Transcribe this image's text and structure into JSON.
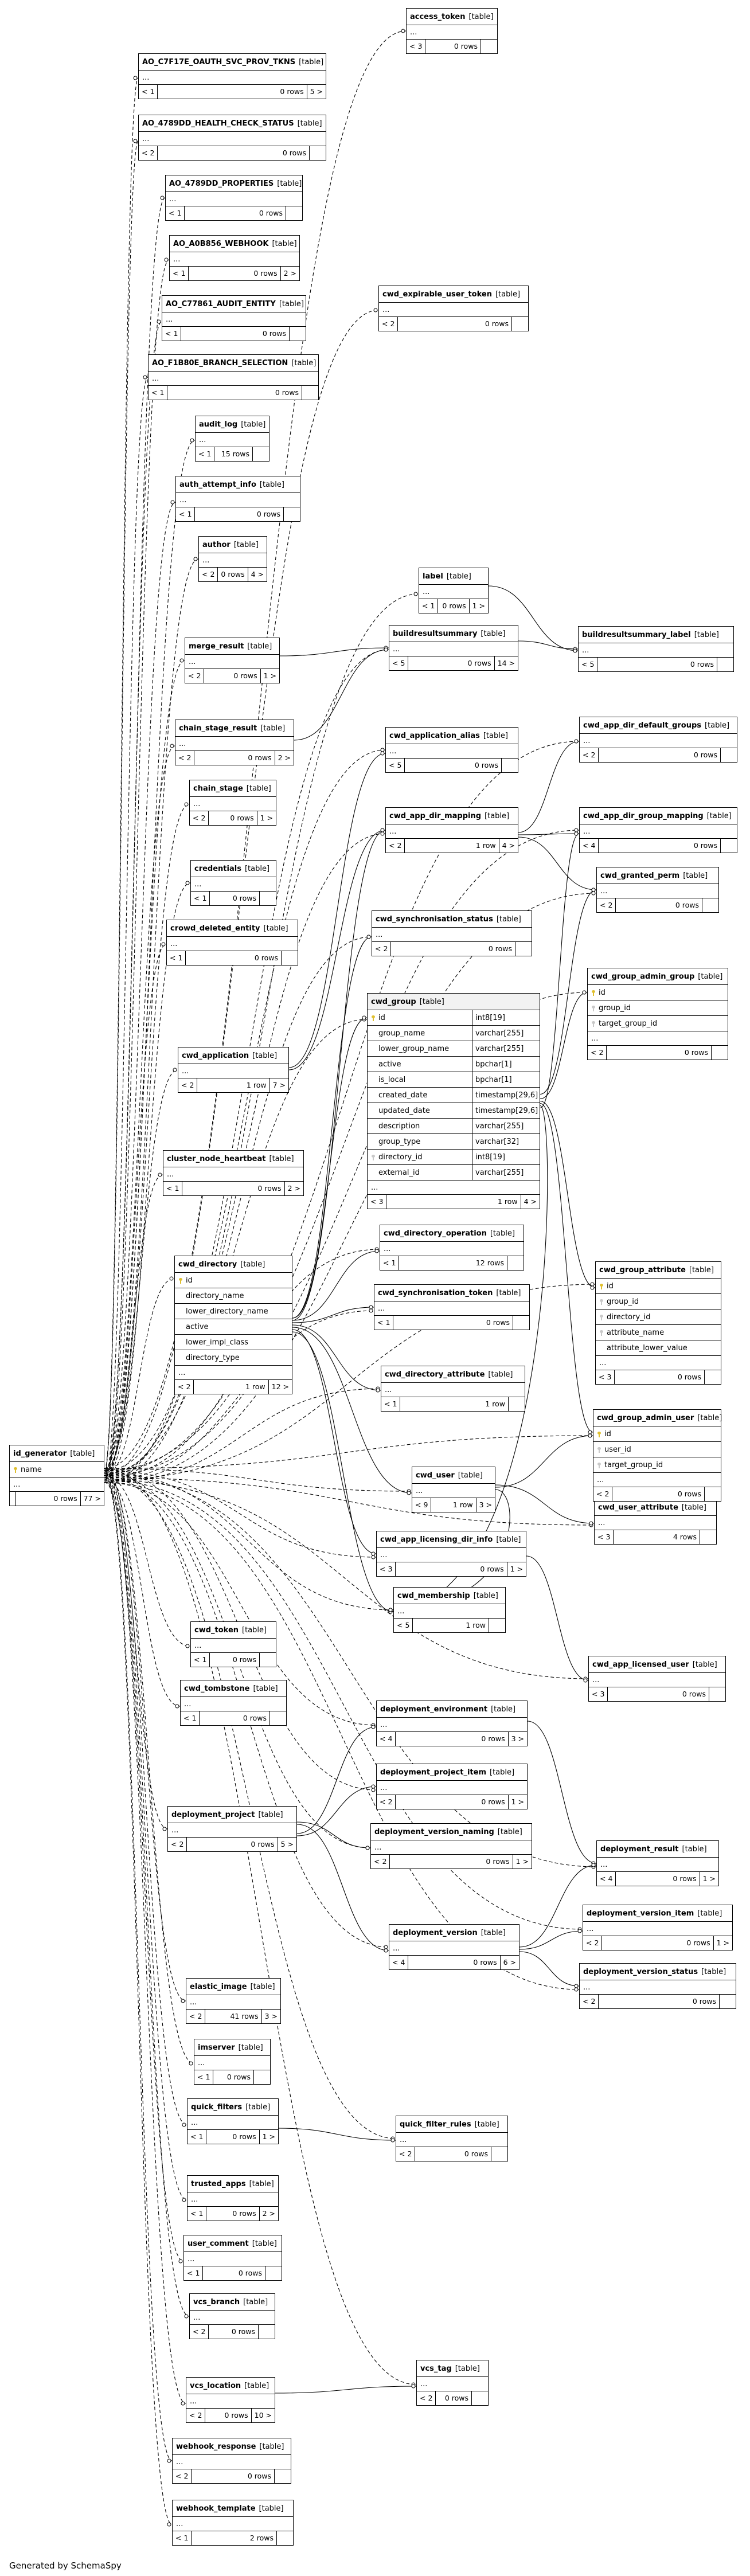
{
  "kind_label": "[table]",
  "footer_text": "Generated by SchemaSpy",
  "tables": {
    "access_token": {
      "name": "access_token",
      "kind": "[table]",
      "parents": "< 3",
      "rows": "0 rows",
      "children": ""
    },
    "ao_svc": {
      "name": "AO_C7F17E_OAUTH_SVC_PROV_TKNS",
      "kind": "[table]",
      "parents": "< 1",
      "rows": "0 rows",
      "children": "5 >"
    },
    "ao_health": {
      "name": "AO_4789DD_HEALTH_CHECK_STATUS",
      "kind": "[table]",
      "parents": "< 2",
      "rows": "0 rows",
      "children": ""
    },
    "ao_props": {
      "name": "AO_4789DD_PROPERTIES",
      "kind": "[table]",
      "parents": "< 1",
      "rows": "0 rows",
      "children": ""
    },
    "ao_webhook": {
      "name": "AO_A0B856_WEBHOOK",
      "kind": "[table]",
      "parents": "< 1",
      "rows": "0 rows",
      "children": "2 >"
    },
    "ao_audit": {
      "name": "AO_C77861_AUDIT_ENTITY",
      "kind": "[table]",
      "parents": "< 1",
      "rows": "0 rows",
      "children": ""
    },
    "ao_branch": {
      "name": "AO_F1B80E_BRANCH_SELECTION",
      "kind": "[table]",
      "parents": "< 1",
      "rows": "0 rows",
      "children": ""
    },
    "audit_log": {
      "name": "audit_log",
      "kind": "[table]",
      "parents": "< 1",
      "rows": "15 rows",
      "children": ""
    },
    "auth_attempt": {
      "name": "auth_attempt_info",
      "kind": "[table]",
      "parents": "< 1",
      "rows": "0 rows",
      "children": ""
    },
    "author": {
      "name": "author",
      "kind": "[table]",
      "parents": "< 2",
      "rows": "0 rows",
      "children": "4 >"
    },
    "cwd_exp_token": {
      "name": "cwd_expirable_user_token",
      "kind": "[table]",
      "parents": "< 2",
      "rows": "0 rows",
      "children": ""
    },
    "label": {
      "name": "label",
      "kind": "[table]",
      "parents": "< 1",
      "rows": "0 rows",
      "children": "1 >"
    },
    "merge_result": {
      "name": "merge_result",
      "kind": "[table]",
      "parents": "< 2",
      "rows": "0 rows",
      "children": "1 >"
    },
    "build_summary": {
      "name": "buildresultsummary",
      "kind": "[table]",
      "parents": "< 5",
      "rows": "0 rows",
      "children": "14 >"
    },
    "build_summary_label": {
      "name": "buildresultsummary_label",
      "kind": "[table]",
      "parents": "< 5",
      "rows": "0 rows",
      "children": ""
    },
    "chain_stage_result": {
      "name": "chain_stage_result",
      "kind": "[table]",
      "parents": "< 2",
      "rows": "0 rows",
      "children": "2 >"
    },
    "cwd_app_alias": {
      "name": "cwd_application_alias",
      "kind": "[table]",
      "parents": "< 5",
      "rows": "0 rows",
      "children": ""
    },
    "cwd_dir_default": {
      "name": "cwd_app_dir_default_groups",
      "kind": "[table]",
      "parents": "< 2",
      "rows": "0 rows",
      "children": ""
    },
    "chain_stage": {
      "name": "chain_stage",
      "kind": "[table]",
      "parents": "< 2",
      "rows": "0 rows",
      "children": "1 >"
    },
    "cwd_app_dir_mapping": {
      "name": "cwd_app_dir_mapping",
      "kind": "[table]",
      "parents": "< 2",
      "rows": "1 row",
      "children": "4 >"
    },
    "cwd_dir_group_mapping": {
      "name": "cwd_app_dir_group_mapping",
      "kind": "[table]",
      "parents": "< 4",
      "rows": "0 rows",
      "children": ""
    },
    "credentials": {
      "name": "credentials",
      "kind": "[table]",
      "parents": "< 1",
      "rows": "0 rows",
      "children": ""
    },
    "cwd_granted_perm": {
      "name": "cwd_granted_perm",
      "kind": "[table]",
      "parents": "< 2",
      "rows": "0 rows",
      "children": ""
    },
    "crowd_deleted": {
      "name": "crowd_deleted_entity",
      "kind": "[table]",
      "parents": "< 1",
      "rows": "0 rows",
      "children": ""
    },
    "cwd_sync_status": {
      "name": "cwd_synchronisation_status",
      "kind": "[table]",
      "parents": "< 2",
      "rows": "0 rows",
      "children": ""
    },
    "cwd_application": {
      "name": "cwd_application",
      "kind": "[table]",
      "parents": "< 2",
      "rows": "1 row",
      "children": "7 >"
    },
    "cluster_node": {
      "name": "cluster_node_heartbeat",
      "kind": "[table]",
      "parents": "< 1",
      "rows": "0 rows",
      "children": "2 >"
    },
    "cwd_dir_operation": {
      "name": "cwd_directory_operation",
      "kind": "[table]",
      "parents": "< 1",
      "rows": "12 rows",
      "children": ""
    },
    "cwd_sync_token": {
      "name": "cwd_synchronisation_token",
      "kind": "[table]",
      "parents": "< 1",
      "rows": "0 rows",
      "children": ""
    },
    "cwd_dir_attribute": {
      "name": "cwd_directory_attribute",
      "kind": "[table]",
      "parents": "< 1",
      "rows": "1 row",
      "children": ""
    },
    "cwd_user": {
      "name": "cwd_user",
      "kind": "[table]",
      "parents": "< 9",
      "rows": "1 row",
      "children": "3 >"
    },
    "cwd_user_attribute": {
      "name": "cwd_user_attribute",
      "kind": "[table]",
      "parents": "< 3",
      "rows": "4 rows",
      "children": ""
    },
    "cwd_app_licensing": {
      "name": "cwd_app_licensing_dir_info",
      "kind": "[table]",
      "parents": "< 3",
      "rows": "0 rows",
      "children": "1 >"
    },
    "cwd_membership": {
      "name": "cwd_membership",
      "kind": "[table]",
      "parents": "< 5",
      "rows": "1 row",
      "children": ""
    },
    "cwd_token": {
      "name": "cwd_token",
      "kind": "[table]",
      "parents": "< 1",
      "rows": "0 rows",
      "children": ""
    },
    "cwd_tombstone": {
      "name": "cwd_tombstone",
      "kind": "[table]",
      "parents": "< 1",
      "rows": "0 rows",
      "children": ""
    },
    "cwd_app_licensed_user": {
      "name": "cwd_app_licensed_user",
      "kind": "[table]",
      "parents": "< 3",
      "rows": "0 rows",
      "children": ""
    },
    "deploy_env": {
      "name": "deployment_environment",
      "kind": "[table]",
      "parents": "< 4",
      "rows": "0 rows",
      "children": "3 >"
    },
    "deploy_proj_item": {
      "name": "deployment_project_item",
      "kind": "[table]",
      "parents": "< 2",
      "rows": "0 rows",
      "children": "1 >"
    },
    "deploy_project": {
      "name": "deployment_project",
      "kind": "[table]",
      "parents": "< 2",
      "rows": "0 rows",
      "children": "5 >"
    },
    "deploy_ver_naming": {
      "name": "deployment_version_naming",
      "kind": "[table]",
      "parents": "< 2",
      "rows": "0 rows",
      "children": "1 >"
    },
    "deploy_result": {
      "name": "deployment_result",
      "kind": "[table]",
      "parents": "< 4",
      "rows": "0 rows",
      "children": "1 >"
    },
    "deploy_version": {
      "name": "deployment_version",
      "kind": "[table]",
      "parents": "< 4",
      "rows": "0 rows",
      "children": "6 >"
    },
    "deploy_ver_item": {
      "name": "deployment_version_item",
      "kind": "[table]",
      "parents": "< 2",
      "rows": "0 rows",
      "children": "1 >"
    },
    "deploy_ver_status": {
      "name": "deployment_version_status",
      "kind": "[table]",
      "parents": "< 2",
      "rows": "0 rows",
      "children": ""
    },
    "elastic_image": {
      "name": "elastic_image",
      "kind": "[table]",
      "parents": "< 2",
      "rows": "41 rows",
      "children": "3 >"
    },
    "imserver": {
      "name": "imserver",
      "kind": "[table]",
      "parents": "< 1",
      "rows": "0 rows",
      "children": ""
    },
    "quick_filters": {
      "name": "quick_filters",
      "kind": "[table]",
      "parents": "< 1",
      "rows": "0 rows",
      "children": "1 >"
    },
    "quick_filter_rules": {
      "name": "quick_filter_rules",
      "kind": "[table]",
      "parents": "< 2",
      "rows": "0 rows",
      "children": ""
    },
    "trusted_apps": {
      "name": "trusted_apps",
      "kind": "[table]",
      "parents": "< 1",
      "rows": "0 rows",
      "children": "2 >"
    },
    "user_comment": {
      "name": "user_comment",
      "kind": "[table]",
      "parents": "< 1",
      "rows": "0 rows",
      "children": ""
    },
    "vcs_branch": {
      "name": "vcs_branch",
      "kind": "[table]",
      "parents": "< 2",
      "rows": "0 rows",
      "children": ""
    },
    "vcs_tag": {
      "name": "vcs_tag",
      "kind": "[table]",
      "parents": "< 2",
      "rows": "0 rows",
      "children": ""
    },
    "vcs_location": {
      "name": "vcs_location",
      "kind": "[table]",
      "parents": "< 2",
      "rows": "0 rows",
      "children": "10 >"
    },
    "webhook_response": {
      "name": "webhook_response",
      "kind": "[table]",
      "parents": "< 2",
      "rows": "0 rows",
      "children": ""
    },
    "webhook_template": {
      "name": "webhook_template",
      "kind": "[table]",
      "parents": "< 1",
      "rows": "2 rows",
      "children": ""
    },
    "id_generator": {
      "name": "id_generator",
      "kind": "[table]",
      "parents": "",
      "rows": "0 rows",
      "children": "77 >",
      "columns": [
        {
          "key": "pk",
          "name": "name",
          "type": ""
        }
      ]
    },
    "cwd_group": {
      "name": "cwd_group",
      "kind": "[table]",
      "parents": "< 3",
      "rows": "1 row",
      "children": "4 >",
      "columns": [
        {
          "key": "pk",
          "name": "id",
          "type": "int8[19]"
        },
        {
          "key": "",
          "name": "group_name",
          "type": "varchar[255]"
        },
        {
          "key": "",
          "name": "lower_group_name",
          "type": "varchar[255]"
        },
        {
          "key": "",
          "name": "active",
          "type": "bpchar[1]"
        },
        {
          "key": "",
          "name": "is_local",
          "type": "bpchar[1]"
        },
        {
          "key": "",
          "name": "created_date",
          "type": "timestamp[29,6]"
        },
        {
          "key": "",
          "name": "updated_date",
          "type": "timestamp[29,6]"
        },
        {
          "key": "",
          "name": "description",
          "type": "varchar[255]"
        },
        {
          "key": "",
          "name": "group_type",
          "type": "varchar[32]"
        },
        {
          "key": "fk",
          "name": "directory_id",
          "type": "int8[19]"
        },
        {
          "key": "",
          "name": "external_id",
          "type": "varchar[255]"
        }
      ]
    },
    "cwd_directory": {
      "name": "cwd_directory",
      "kind": "[table]",
      "parents": "< 2",
      "rows": "1 row",
      "children": "12 >",
      "columns": [
        {
          "key": "pk",
          "name": "id",
          "type": ""
        },
        {
          "key": "",
          "name": "directory_name",
          "type": ""
        },
        {
          "key": "",
          "name": "lower_directory_name",
          "type": ""
        },
        {
          "key": "",
          "name": "active",
          "type": ""
        },
        {
          "key": "",
          "name": "lower_impl_class",
          "type": ""
        },
        {
          "key": "",
          "name": "directory_type",
          "type": ""
        }
      ]
    },
    "cwd_group_admin_group": {
      "name": "cwd_group_admin_group",
      "kind": "[table]",
      "parents": "< 2",
      "rows": "0 rows",
      "children": "",
      "columns": [
        {
          "key": "pk",
          "name": "id",
          "type": ""
        },
        {
          "key": "fk",
          "name": "group_id",
          "type": ""
        },
        {
          "key": "fk",
          "name": "target_group_id",
          "type": ""
        }
      ]
    },
    "cwd_group_attribute": {
      "name": "cwd_group_attribute",
      "kind": "[table]",
      "parents": "< 3",
      "rows": "0 rows",
      "children": "",
      "columns": [
        {
          "key": "pk",
          "name": "id",
          "type": ""
        },
        {
          "key": "fk",
          "name": "group_id",
          "type": ""
        },
        {
          "key": "fk",
          "name": "directory_id",
          "type": ""
        },
        {
          "key": "fk",
          "name": "attribute_name",
          "type": ""
        },
        {
          "key": "",
          "name": "attribute_lower_value",
          "type": ""
        }
      ]
    },
    "cwd_group_admin_user": {
      "name": "cwd_group_admin_user",
      "kind": "[table]",
      "parents": "< 2",
      "rows": "0 rows",
      "children": "",
      "columns": [
        {
          "key": "pk",
          "name": "id",
          "type": ""
        },
        {
          "key": "fk",
          "name": "user_id",
          "type": ""
        },
        {
          "key": "fk",
          "name": "target_group_id",
          "type": ""
        }
      ]
    }
  }
}
